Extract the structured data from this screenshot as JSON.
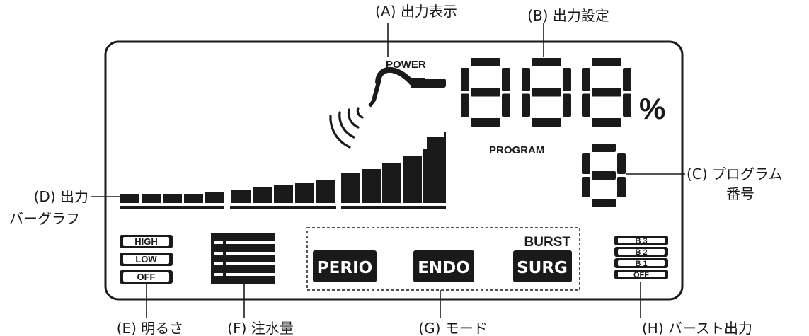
{
  "callouts": {
    "a": "(A) 出力表示",
    "b": "(B) 出力設定",
    "c_line1": "(C) プログラム",
    "c_line2": "番号",
    "d_line1": "(D) 出力",
    "d_line2": "バーグラフ",
    "e": "(E) 明るさ",
    "f": "(F) 注水量",
    "g": "(G) モード",
    "h": "(H) バースト出力"
  },
  "display": {
    "power_label": "POWER",
    "percent_sign": "%",
    "program_label": "PROGRAM",
    "burst_label": "BURST",
    "brightness": [
      "HIGH",
      "LOW",
      "OFF"
    ],
    "modes": [
      "PERIO",
      "ENDO",
      "SURG"
    ],
    "burst_levels": [
      "B 3",
      "B 2",
      "B 1",
      "OFF"
    ],
    "output_bar_segment_count": 16,
    "water_bar_count": 5
  },
  "colors": {
    "ink": "#1a1a1a",
    "background": "#ffffff"
  }
}
